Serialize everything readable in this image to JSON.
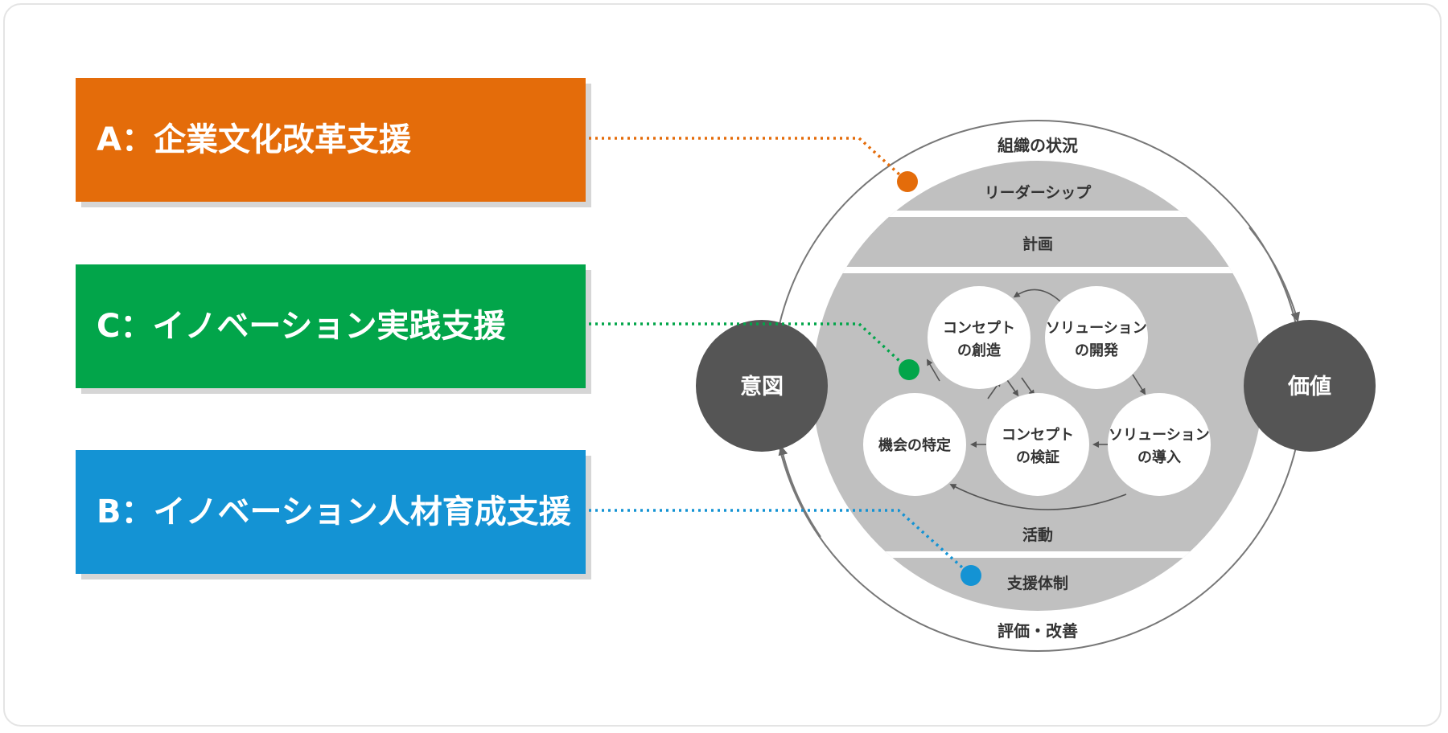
{
  "support": {
    "a": "A：企業文化改革支援",
    "c": "C：イノベーション実践支援",
    "b": "B：イノベーション人材育成支援"
  },
  "cycle": {
    "intent": "意図",
    "value": "価値",
    "top_label": "組織の状況",
    "bottom_label": "評価・改善"
  },
  "layers": {
    "leadership": "リーダーシップ",
    "plan": "計画",
    "activity": "活動",
    "support_system": "支援体制"
  },
  "process": {
    "concept_creation_1": "コンセプト",
    "concept_creation_2": "の創造",
    "solution_dev_1": "ソリューション",
    "solution_dev_2": "の開発",
    "opportunity": "機会の特定",
    "concept_verify_1": "コンセプト",
    "concept_verify_2": "の検証",
    "solution_intro_1": "ソリューション",
    "solution_intro_2": "の導入"
  },
  "colors": {
    "orange": "#e46c0a",
    "green": "#02a54a",
    "blue": "#1493d4",
    "dark": "#555555",
    "band": "#c0c0c0"
  }
}
